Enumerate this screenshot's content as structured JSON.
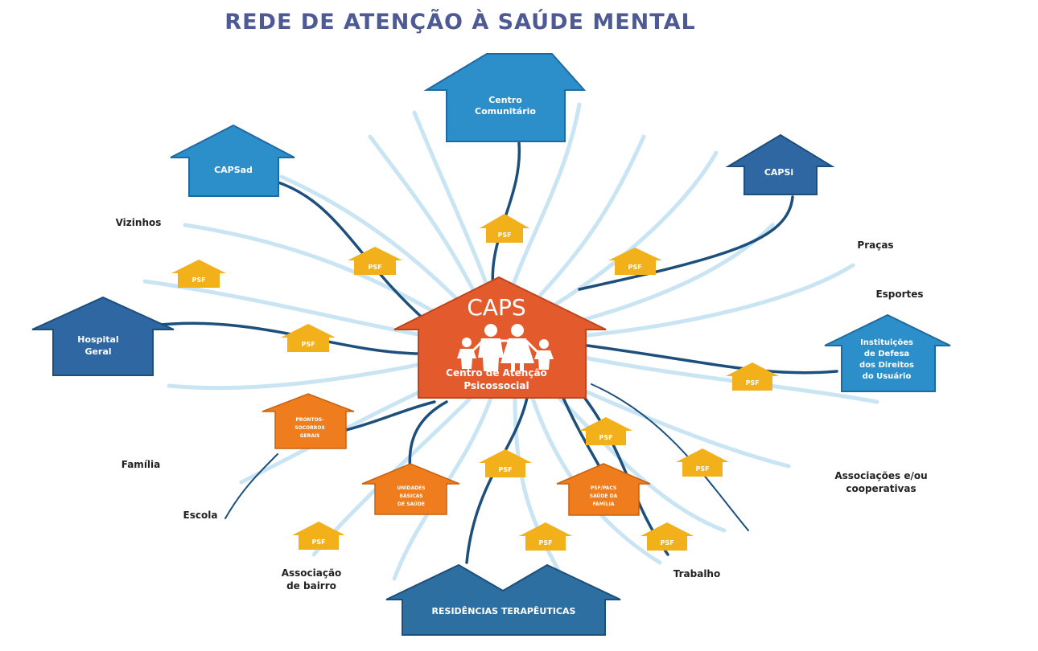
{
  "title": "REDE DE ATENÇÃO À SAÚDE MENTAL",
  "colors": {
    "title": "#4e5a93",
    "caps": "#e35a2c",
    "blue_light": "#2d8fc9",
    "blue_dark": "#2f67a3",
    "orange": "#ef7d1d",
    "psf": "#f2b01b",
    "link": "#1c4f7c",
    "wave": "#bfe0f2"
  },
  "caps": {
    "title": "CAPS",
    "subtitle_line1": "Centro de Atenção",
    "subtitle_line2": "Psicossocial",
    "icon": "family-icon"
  },
  "houses": {
    "centro_comunitario": {
      "line1": "Centro",
      "line2": "Comunitário"
    },
    "capsad": {
      "label": "CAPSad"
    },
    "capsi": {
      "label": "CAPSi"
    },
    "hospital_geral": {
      "line1": "Hospital",
      "line2": "Geral"
    },
    "instituicoes": {
      "line1": "Instituições",
      "line2": "de Defesa",
      "line3": "dos Direitos",
      "line4": "do Usuário"
    },
    "residencias": {
      "label": "RESIDÊNCIAS TERAPÊUTICAS"
    }
  },
  "orange_units": {
    "prontos_socorros": {
      "line1": "PRONTOS-",
      "line2": "SOCORROS",
      "line3": "GERAIS"
    },
    "unidades_basicas": {
      "line1": "UNIDADES",
      "line2": "BÁSICAS",
      "line3": "DE SAÚDE"
    },
    "psf_pacs": {
      "line1": "PSF/PACS",
      "line2": "SAÚDE DA",
      "line3": "FAMÍLIA"
    }
  },
  "psf_label": "PSF",
  "outer_labels": {
    "vizinhos": "Vizinhos",
    "pracas": "Praças",
    "esportes": "Esportes",
    "familia": "Família",
    "escola": "Escola",
    "associacao_bairro_1": "Associação",
    "associacao_bairro_2": "de bairro",
    "trabalho": "Trabalho",
    "associacoes_1": "Associações e/ou",
    "associacoes_2": "cooperativas"
  }
}
